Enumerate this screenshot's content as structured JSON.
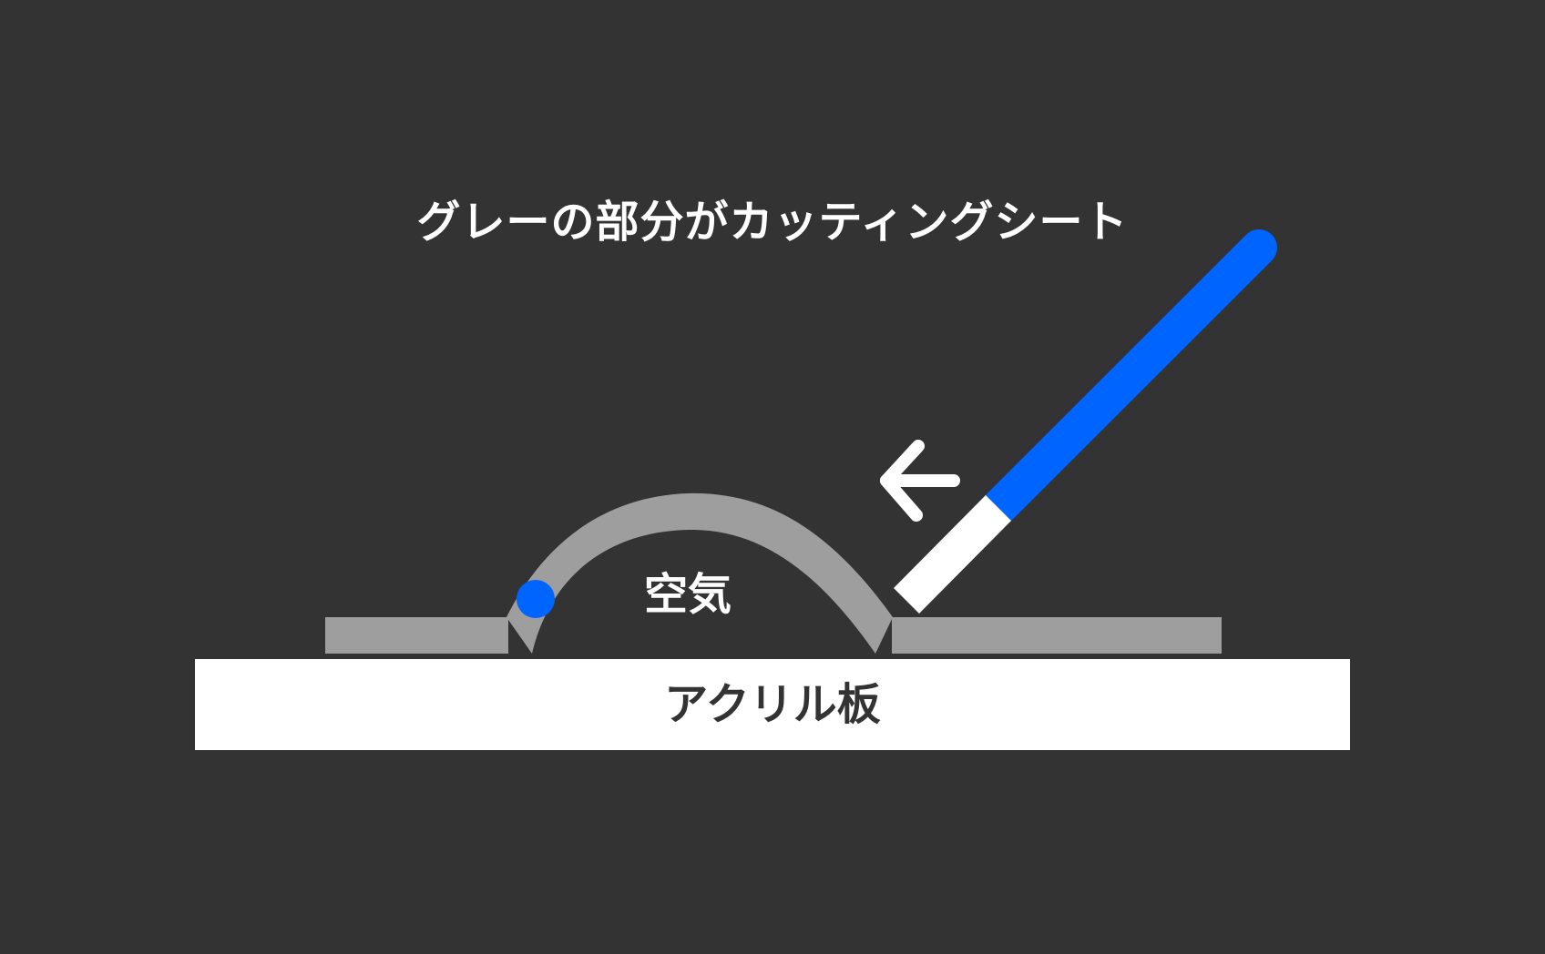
{
  "labels": {
    "title": "グレーの部分がカッティングシート",
    "air": "空気",
    "acrylic_plate": "アクリル板"
  },
  "colors": {
    "background": "#333333",
    "sheet_gray": "#9e9e9e",
    "squeegee_blue": "#0064ff",
    "white": "#ffffff"
  },
  "icons": {
    "arrow": "arrow-left-icon",
    "dot": "circle-icon"
  }
}
